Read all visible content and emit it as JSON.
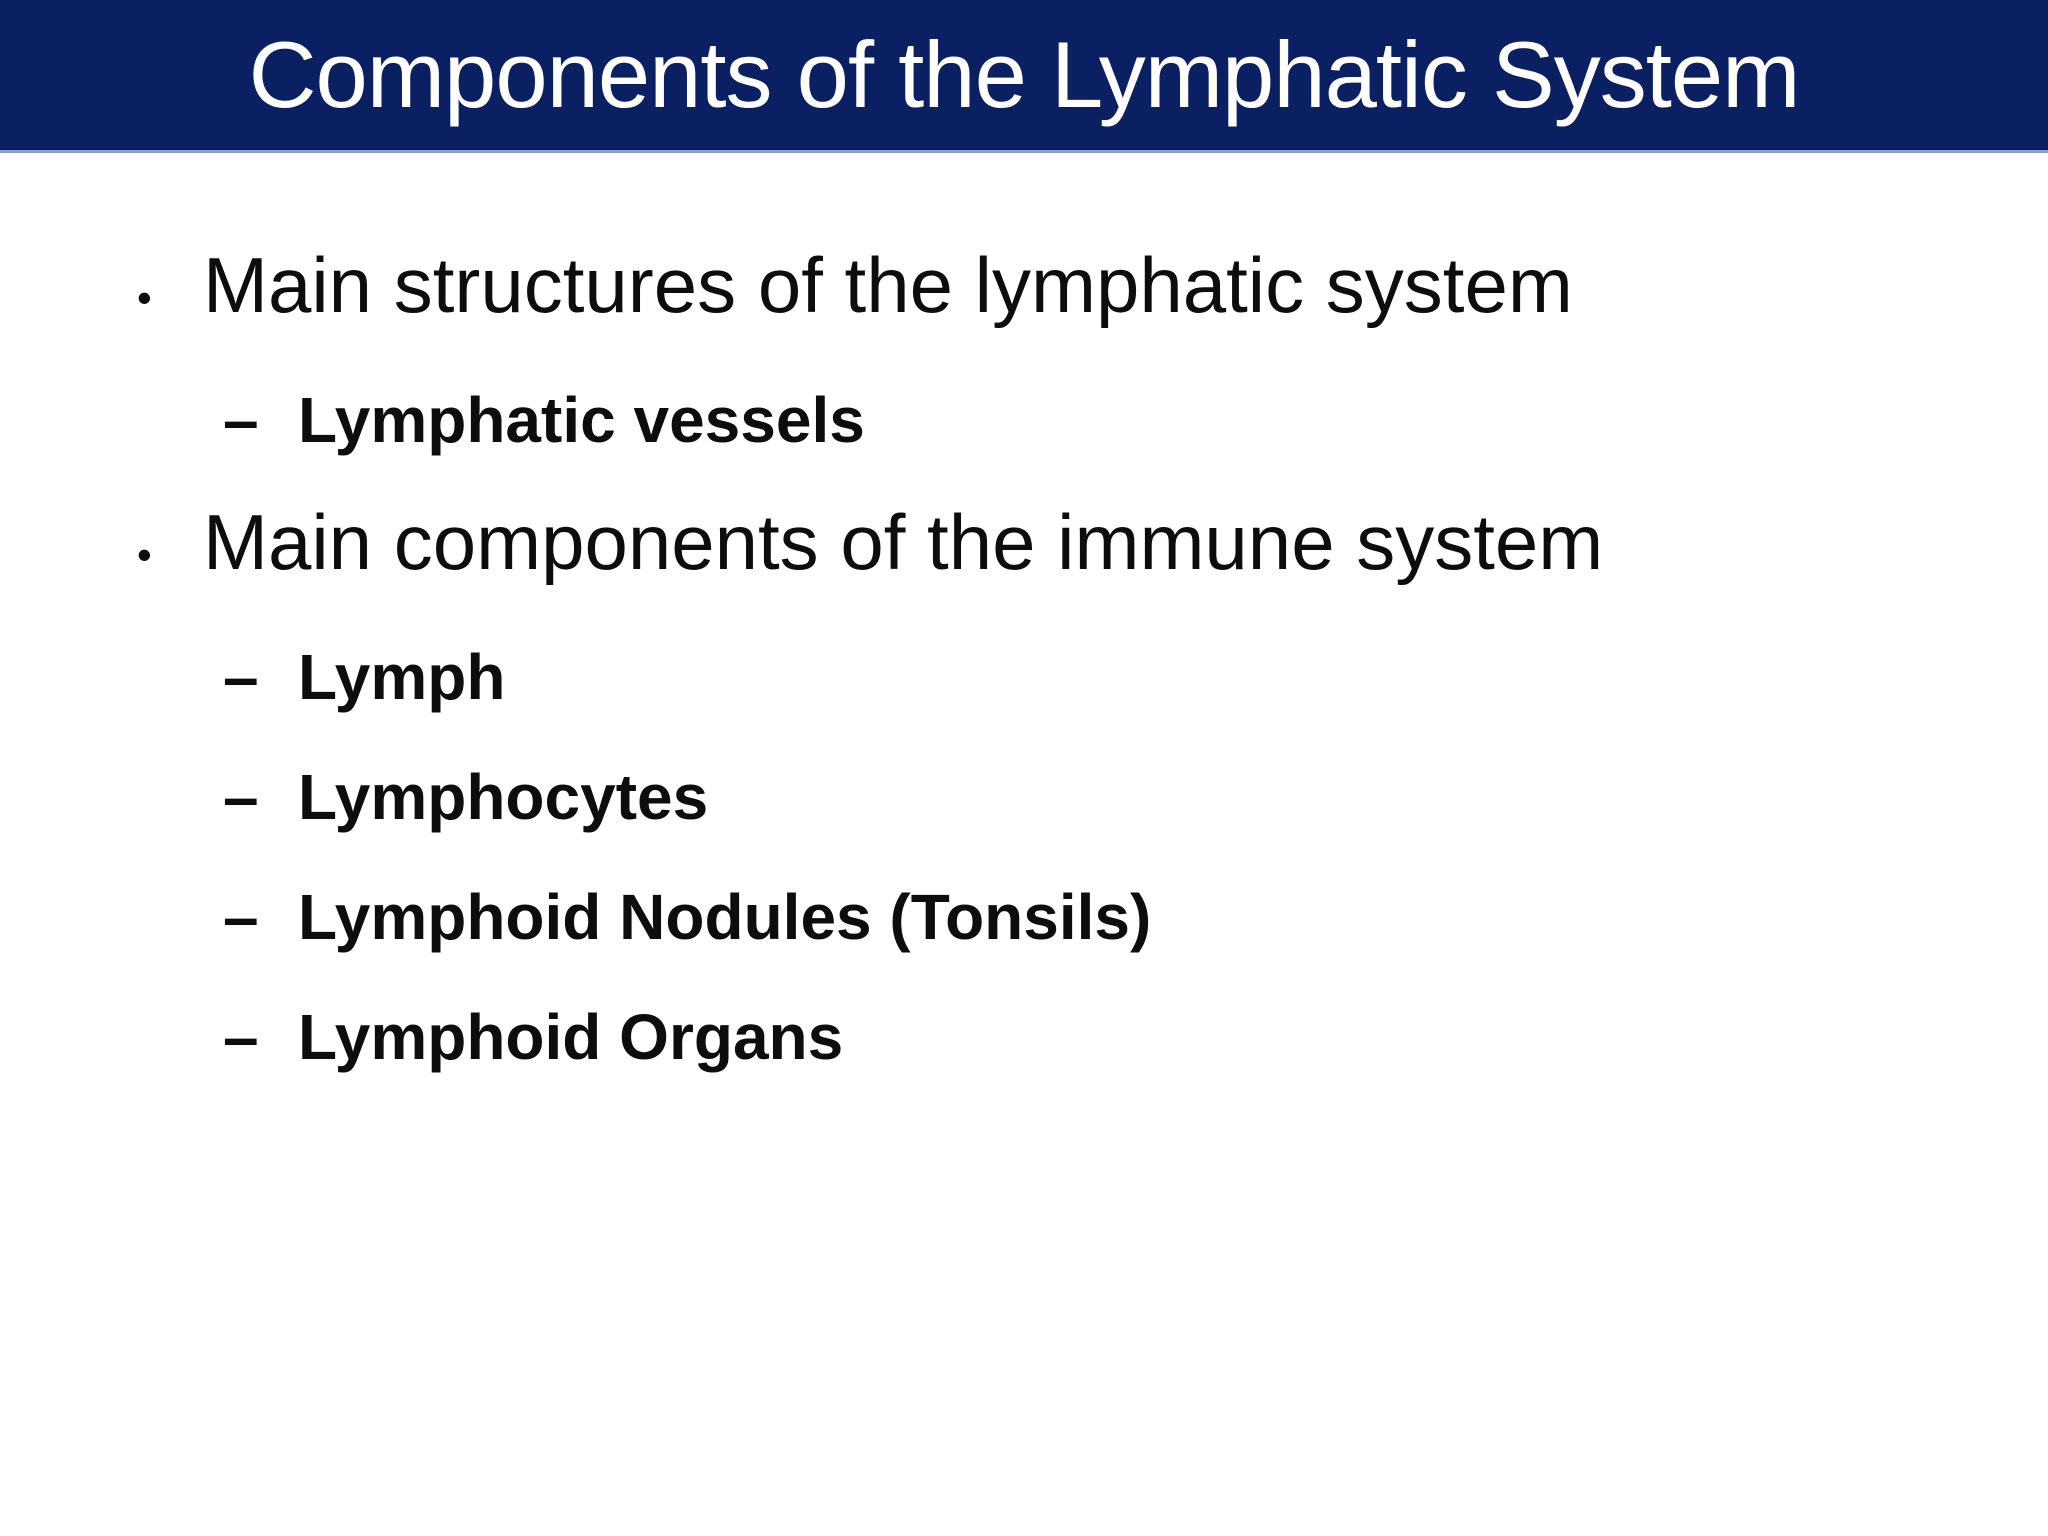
{
  "slide": {
    "title": "Components of the Lymphatic System",
    "bullets": [
      {
        "level": 1,
        "marker": "•",
        "text": "Main structures of the lymphatic system"
      },
      {
        "level": 2,
        "marker": "–",
        "text": "Lymphatic vessels"
      },
      {
        "level": 1,
        "marker": "•",
        "text": "Main components of the immune system"
      },
      {
        "level": 2,
        "marker": "–",
        "text": "Lymph"
      },
      {
        "level": 2,
        "marker": "–",
        "text": "Lymphocytes"
      },
      {
        "level": 2,
        "marker": "–",
        "text": "Lymphoid Nodules (Tonsils)"
      },
      {
        "level": 2,
        "marker": "–",
        "text": "Lymphoid Organs"
      }
    ],
    "colors": {
      "header_bg": "#0a2063",
      "header_border": "#8ea2cc",
      "title_text": "#ffffff",
      "body_text": "#0d0d0d",
      "background": "#ffffff"
    }
  }
}
